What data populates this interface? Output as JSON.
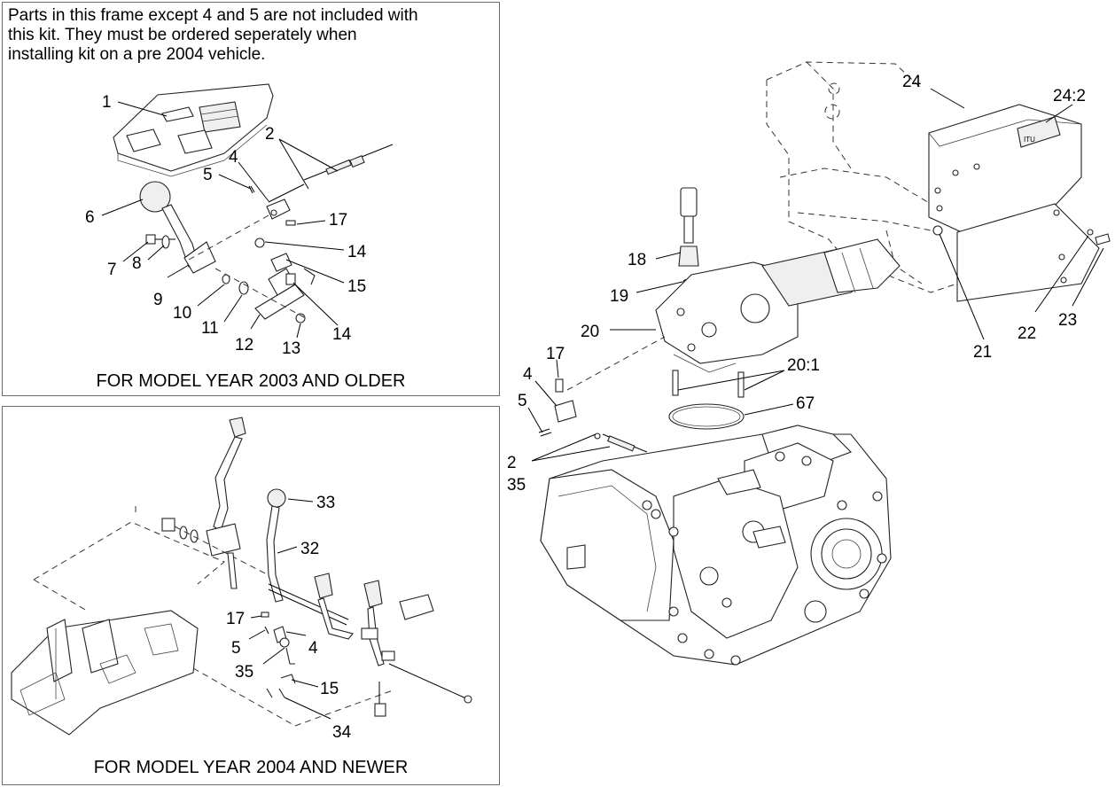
{
  "top_panel": {
    "note_lines": [
      "Parts in this frame except 4 and 5 are not included with",
      "this kit. They must be ordered seperately when",
      "installing kit on a pre 2004 vehicle."
    ],
    "caption": "FOR MODEL YEAR 2003 AND OLDER",
    "callouts": [
      "1",
      "2",
      "4",
      "5",
      "6",
      "17",
      "7",
      "8",
      "9",
      "14",
      "15",
      "10",
      "11",
      "12",
      "13",
      "14"
    ]
  },
  "bottom_panel": {
    "caption": "FOR MODEL YEAR 2004 AND NEWER",
    "callouts": [
      "33",
      "32",
      "17",
      "5",
      "4",
      "35",
      "15",
      "34"
    ]
  },
  "main_view": {
    "callouts": [
      "24",
      "24:2",
      "18",
      "19",
      "20",
      "21",
      "22",
      "23",
      "17",
      "4",
      "20:1",
      "5",
      "67",
      "2",
      "35"
    ]
  },
  "decal_text": "ITU"
}
